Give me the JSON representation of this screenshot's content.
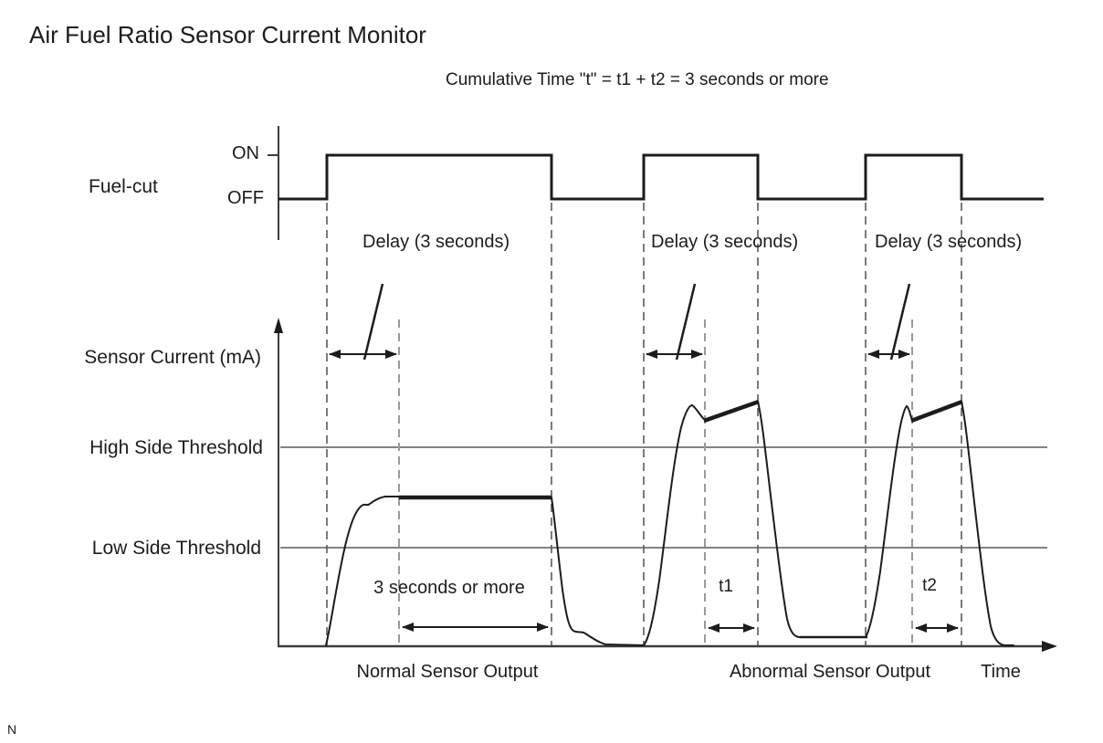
{
  "diagram": {
    "title": "Air Fuel Ratio Sensor Current Monitor",
    "subtitle": "Cumulative Time \"t\" = t1 + t2 = 3 seconds or more",
    "page_note": "N"
  },
  "fuel_cut": {
    "label": "Fuel-cut",
    "on_label": "ON",
    "off_label": "OFF",
    "delay_labels": [
      "Delay (3 seconds)",
      "Delay (3 seconds)",
      "Delay (3 seconds)"
    ]
  },
  "sensor_plot": {
    "y_axis_label": "Sensor Current (mA)",
    "x_axis_label": "Time",
    "high_threshold_label": "High Side Threshold",
    "low_threshold_label": "Low Side Threshold",
    "normal_duration_label": "3 seconds or more",
    "t1_label": "t1",
    "t2_label": "t2",
    "normal_output_label": "Normal Sensor Output",
    "abnormal_output_label": "Abnormal Sensor Output"
  },
  "colors": {
    "ink": "#1c1c1c",
    "axis": "#3c3c3c",
    "threshold": "#5a5a5a",
    "dashed_major": "#5a5a5a",
    "dashed_minor": "#9a9a9a",
    "background": "#ffffff"
  }
}
